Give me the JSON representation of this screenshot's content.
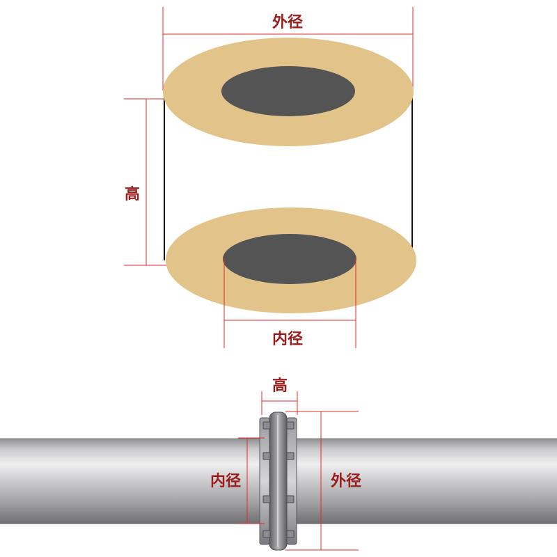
{
  "colors": {
    "dimension_line": "#e0282d",
    "label_text": "#9b1c1c",
    "ring_face": "#e2c48a",
    "ring_hole": "#545454",
    "pipe": "#a9a9ab",
    "flange": "#7e7e82"
  },
  "top_diagram": {
    "outer_diameter_label": "外径",
    "height_label": "高",
    "inner_diameter_label": "内径"
  },
  "bottom_diagram": {
    "height_label": "高",
    "inner_diameter_label": "内径",
    "outer_diameter_label": "外径"
  }
}
